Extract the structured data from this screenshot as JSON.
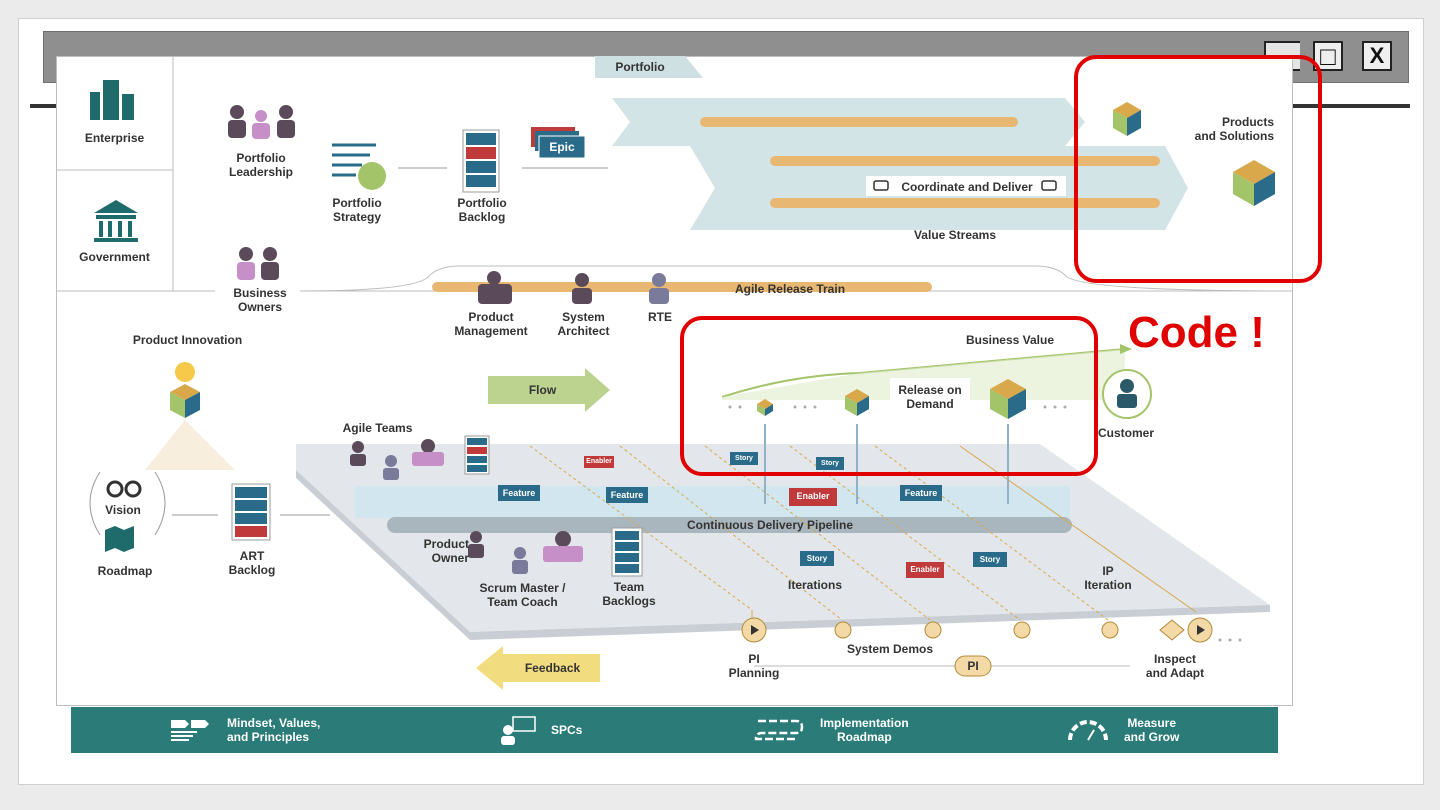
{
  "window": {
    "controls": {
      "minimize": "_",
      "maximize": "□",
      "close": "X"
    }
  },
  "portfolio": {
    "banner": "Portfolio",
    "leadership": "Portfolio\nLeadership",
    "strategy": "Portfolio\nStrategy",
    "backlog": "Portfolio\nBacklog",
    "epic": "Epic",
    "coordinate": "Coordinate and Deliver",
    "value_streams": "Value Streams",
    "products": "Products\nand Solutions"
  },
  "sidebar": {
    "enterprise": "Enterprise",
    "government": "Government",
    "business_owners": "Business\nOwners"
  },
  "art": {
    "train": "Agile Release Train",
    "product_management": "Product\nManagement",
    "system_architect": "System\nArchitect",
    "rte": "RTE",
    "product_innovation": "Product Innovation",
    "vision": "Vision",
    "roadmap": "Roadmap",
    "art_backlog": "ART\nBacklog",
    "flow": "Flow",
    "feedback": "Feedback",
    "business_value": "Business Value",
    "release_on_demand": "Release on\nDemand",
    "customer": "Customer",
    "agile_teams": "Agile Teams",
    "product_owner": "Product\nOwner",
    "scrum_master": "Scrum Master /\nTeam Coach",
    "team_backlogs": "Team\nBacklogs",
    "pipeline": "Continuous Delivery Pipeline",
    "iterations": "Iterations",
    "ip_iteration": "IP\nIteration",
    "pi_planning": "PI\nPlanning",
    "system_demos": "System Demos",
    "pi": "PI",
    "inspect_adapt": "Inspect\nand Adapt",
    "chips": {
      "feature": "Feature",
      "enabler": "Enabler",
      "story": "Story"
    }
  },
  "bottom_bar": {
    "mindset": "Mindset, Values,\nand Principles",
    "spcs": "SPCs",
    "implementation": "Implementation\nRoadmap",
    "measure": "Measure\nand Grow"
  },
  "annotation": {
    "code": "Code !"
  },
  "colors": {
    "teal": "#2b7b78",
    "accent_red": "#e00000",
    "backlog_blue": "#2a6b8a",
    "enabler_red": "#c0393b",
    "chevron": "#cfe0e3"
  }
}
